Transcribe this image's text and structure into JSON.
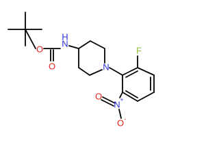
{
  "molecule": {
    "atoms": {
      "carbamate_oxygen": {
        "text": "O",
        "color": "#e8201b"
      },
      "carbonyl_oxygen": {
        "text": "O",
        "color": "#e8201b"
      },
      "amide_nitrogen": {
        "text": "N",
        "color": "#2a2fe0"
      },
      "amide_hydrogen": {
        "text": "H",
        "color": "#2a2fe0"
      },
      "piperidine_nitrogen": {
        "text": "N",
        "color": "#2a2fe0"
      },
      "fluorine": {
        "text": "F",
        "color": "#8fbe2c"
      },
      "nitro_nitrogen": {
        "text": "N",
        "color": "#2a2fe0"
      },
      "nitro_positive_charge": {
        "text": "+",
        "color": "#2a2fe0"
      },
      "nitro_oxygen_double": {
        "text": "O",
        "color": "#e8201b"
      },
      "nitro_oxygen_single": {
        "text": "O",
        "color": "#e8201b"
      },
      "nitro_negative_charge": {
        "text": "-",
        "color": "#e8201b"
      }
    },
    "bond_color": "#000000"
  }
}
